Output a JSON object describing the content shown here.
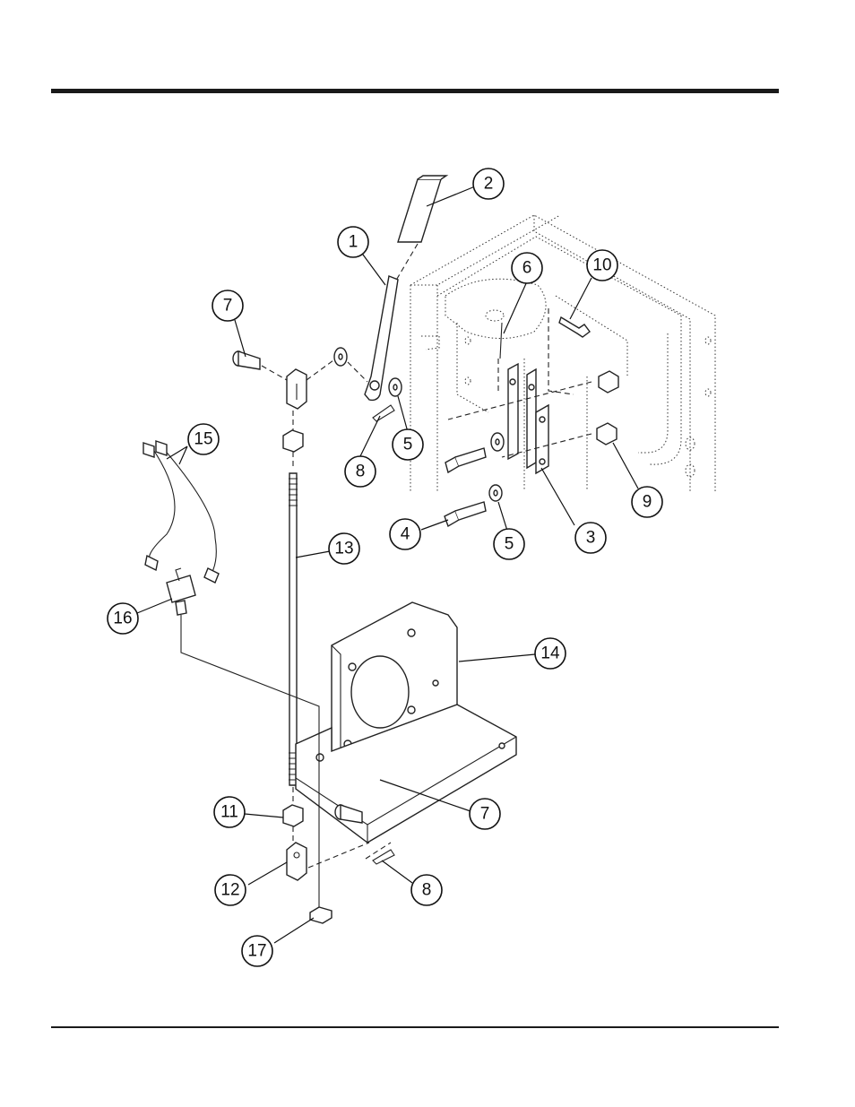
{
  "callouts": [
    {
      "id": "c1",
      "label": "1"
    },
    {
      "id": "c2",
      "label": "2"
    },
    {
      "id": "c3",
      "label": "3"
    },
    {
      "id": "c4",
      "label": "4"
    },
    {
      "id": "c5a",
      "label": "5"
    },
    {
      "id": "c5b",
      "label": "5"
    },
    {
      "id": "c6",
      "label": "6"
    },
    {
      "id": "c7a",
      "label": "7"
    },
    {
      "id": "c7b",
      "label": "7"
    },
    {
      "id": "c8a",
      "label": "8"
    },
    {
      "id": "c8b",
      "label": "8"
    },
    {
      "id": "c9",
      "label": "9"
    },
    {
      "id": "c10",
      "label": "10"
    },
    {
      "id": "c11",
      "label": "11"
    },
    {
      "id": "c12",
      "label": "12"
    },
    {
      "id": "c13",
      "label": "13"
    },
    {
      "id": "c14",
      "label": "14"
    },
    {
      "id": "c15",
      "label": "15"
    },
    {
      "id": "c16",
      "label": "16"
    },
    {
      "id": "c17",
      "label": "17"
    }
  ]
}
